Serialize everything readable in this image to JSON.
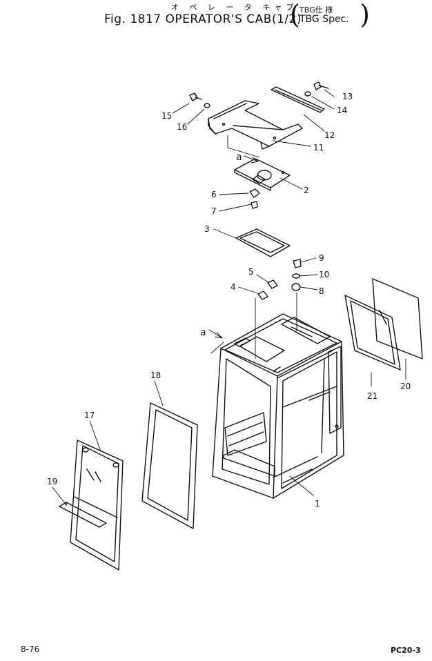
{
  "header": {
    "title_jp": "オ ペ レ ー タ キャブ",
    "title_en": "Fig. 1817 OPERATOR'S CAB(1/2)",
    "spec_jp": "TBG仕 様",
    "spec_en": "TBG Spec."
  },
  "callouts": {
    "p1": "1",
    "p2": "2",
    "p3": "3",
    "p4": "4",
    "p5": "5",
    "p6": "6",
    "p7": "7",
    "p8": "8",
    "p9": "9",
    "p10": "10",
    "p11": "11",
    "p12": "12",
    "p13": "13",
    "p14": "14",
    "p15": "15",
    "p16": "16",
    "p17": "17",
    "p18": "18",
    "p19": "19",
    "p20": "20",
    "p21": "21",
    "a_top": "a",
    "a_side": "a"
  },
  "footer": {
    "page": "8-76",
    "model": "PC20-3"
  }
}
